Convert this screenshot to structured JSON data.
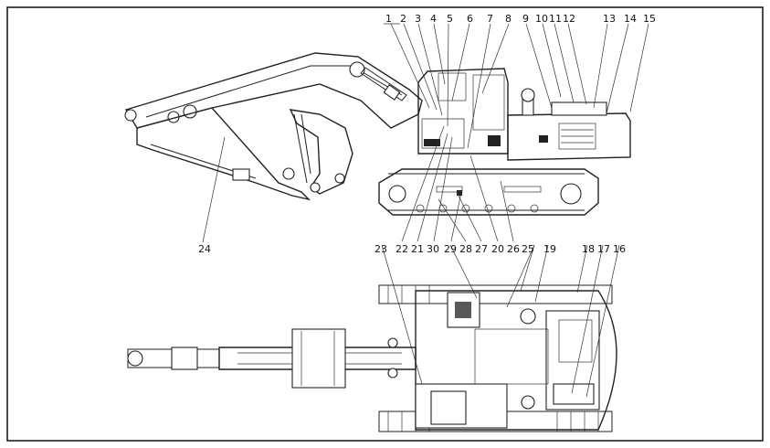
{
  "callouts_top": [
    "1",
    "2",
    "3",
    "4",
    "5",
    "6",
    "7",
    "8",
    "9",
    "10",
    "11",
    "12",
    "13",
    "14",
    "15"
  ],
  "callouts_mid": [
    "22",
    "21",
    "30",
    "29",
    "28",
    "27",
    "20",
    "26",
    "25",
    "19",
    "18",
    "17",
    "16"
  ],
  "callouts_other": [
    "23",
    "24"
  ]
}
